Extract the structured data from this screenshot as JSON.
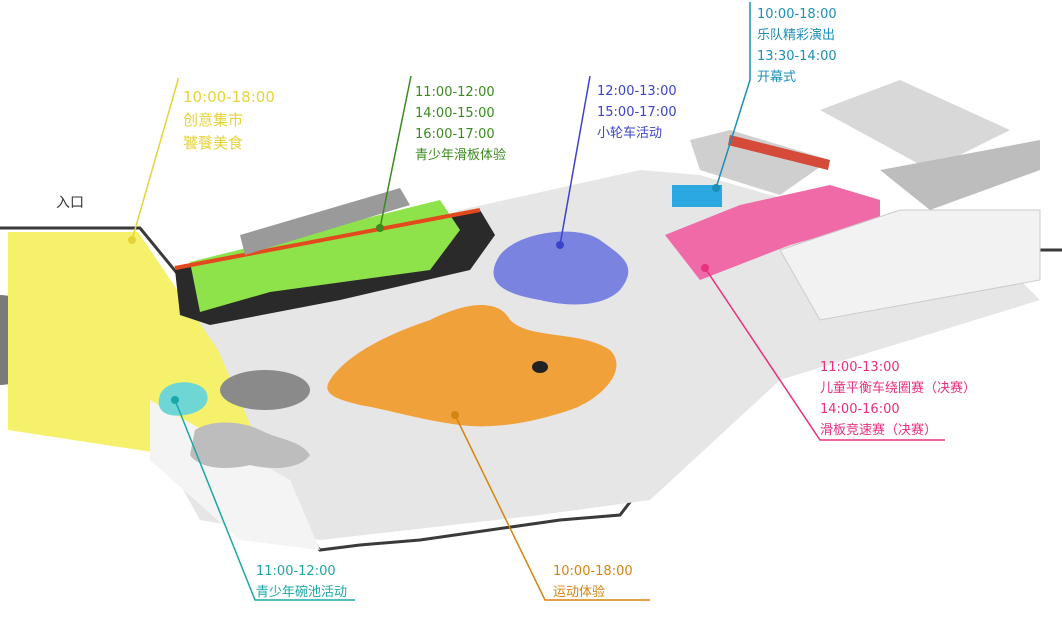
{
  "colors": {
    "yellow": "#f6f16a",
    "green": "#8fe34a",
    "blue": "#7a84e0",
    "orange": "#f0a13a",
    "pink": "#f06aa8",
    "cyan": "#6fd6d6",
    "ground": "#e3e3e3",
    "dark": "#4a4a4a"
  },
  "entrance": {
    "label": "入口"
  },
  "zones": {
    "market": {
      "lines": [
        "10:00-18:00",
        "创意集市",
        "饕餮美食"
      ]
    },
    "skate_exp": {
      "lines": [
        "11:00-12:00",
        "14:00-15:00",
        "16:00-17:00",
        "青少年滑板体验"
      ]
    },
    "bmx": {
      "lines": [
        "12:00-13:00",
        "15:00-17:00",
        "小轮车活动"
      ]
    },
    "stage": {
      "lines": [
        "10:00-18:00",
        "乐队精彩演出",
        "13:30-14:00",
        "开幕式"
      ]
    },
    "race": {
      "lines": [
        "11:00-13:00",
        "儿童平衡车绕圈赛（决赛）",
        "14:00-16:00",
        "滑板竞速赛（决赛）"
      ]
    },
    "sports": {
      "lines": [
        "10:00-18:00",
        "运动体验"
      ]
    },
    "bowl": {
      "lines": [
        "11:00-12:00",
        "青少年碗池活动"
      ]
    }
  }
}
